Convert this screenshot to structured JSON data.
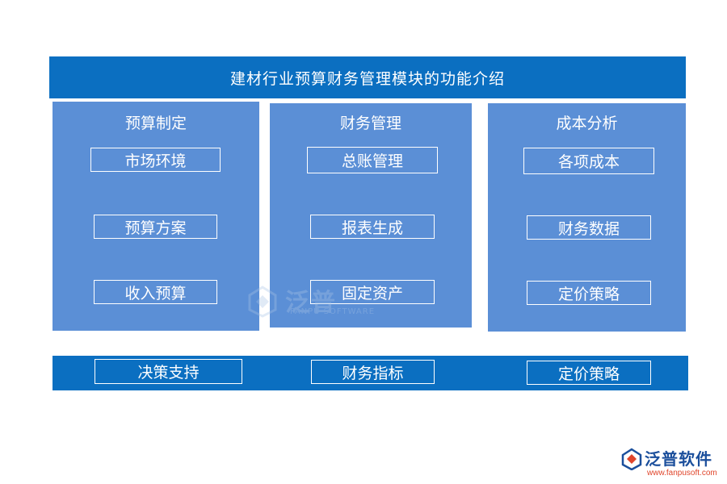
{
  "title": "建材行业预算财务管理模块的功能介绍",
  "columns": [
    {
      "title": "预算制定",
      "items": [
        "市场环境",
        "预算方案",
        "收入预算"
      ]
    },
    {
      "title": "财务管理",
      "items": [
        "总账管理",
        "报表生成",
        "固定资产"
      ]
    },
    {
      "title": "成本分析",
      "items": [
        "各项成本",
        "财务数据",
        "定价策略"
      ]
    }
  ],
  "bottom": [
    "决策支持",
    "财务指标",
    "定价策略"
  ],
  "watermark": {
    "name": "泛普",
    "sub": "FANPU SOFTWARE"
  },
  "brand": {
    "name": "泛普软件",
    "url": "www.fanpusoft.com"
  },
  "colors": {
    "title_bar": "#0b6fc1",
    "column_bg": "#5b8fd6",
    "brand_blue": "#1b4f9c",
    "brand_orange": "#e0452b"
  }
}
